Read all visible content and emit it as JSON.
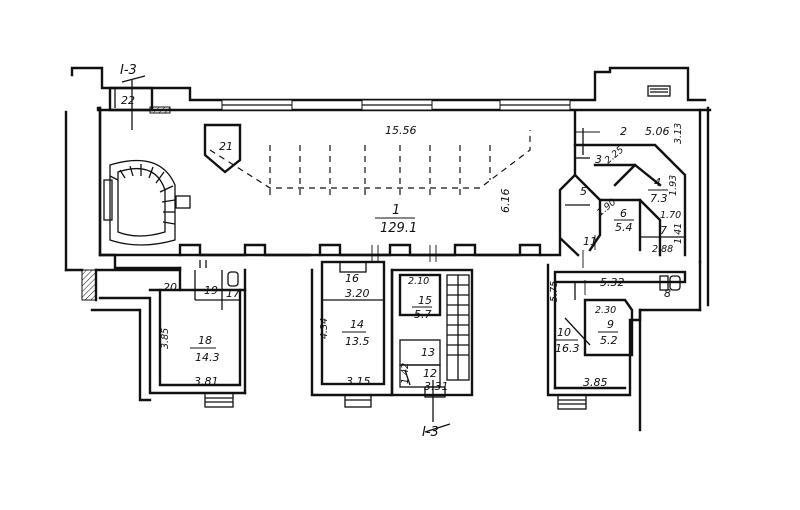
{
  "section_marks": {
    "top": "I-3",
    "bottom": "I-3"
  },
  "rooms": {
    "r1": {
      "num": "1",
      "area": "129.1"
    },
    "r2": {
      "num": "2"
    },
    "r3": {
      "num": "3"
    },
    "r4": {
      "num": "4",
      "area": "7.3"
    },
    "r5": {
      "num": "5"
    },
    "r6": {
      "num": "6",
      "area": "5.4"
    },
    "r7": {
      "num": "7"
    },
    "r8": {
      "num": "8"
    },
    "r9": {
      "num": "9",
      "area": "5.2"
    },
    "r10": {
      "num": "10",
      "area": "16.3"
    },
    "r11": {
      "num": "11"
    },
    "r12": {
      "num": "12"
    },
    "r13": {
      "num": "13"
    },
    "r14": {
      "num": "14",
      "area": "13.5"
    },
    "r15": {
      "num": "15",
      "area": "5.7"
    },
    "r16": {
      "num": "16"
    },
    "r17": {
      "num": "17"
    },
    "r18": {
      "num": "18",
      "area": "14.3"
    },
    "r19": {
      "num": "19"
    },
    "r20": {
      "num": "20"
    },
    "r21": {
      "num": "21"
    },
    "r22": {
      "num": "22"
    }
  },
  "dimensions": {
    "hall_length": "15.56",
    "hall_depth": "6.16",
    "d_506": "5.06",
    "d_313": "3.13",
    "d_225": "2.25",
    "d_190": "1.90",
    "d_193": "1.93",
    "d_170": "1.70",
    "d_141": "1.41",
    "d_288": "2.88",
    "d_532": "5.32",
    "d_575": "5.75",
    "d_230": "2.30",
    "d_385": "3.85",
    "d_320": "3.20",
    "d_210": "2.10",
    "d_434": "4.34",
    "d_315": "3.15",
    "d_331": "3.31",
    "d_142": "1.42",
    "d_381": "3.81",
    "d_385_left": "3.85"
  }
}
